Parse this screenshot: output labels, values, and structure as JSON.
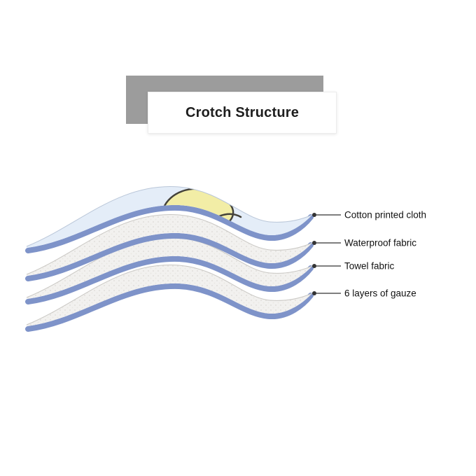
{
  "title": "Crotch Structure",
  "diagram": {
    "layers": [
      {
        "name": "cotton-printed-cloth",
        "label": "Cotton printed cloth",
        "printed": true
      },
      {
        "name": "waterproof-fabric",
        "label": "Waterproof fabric",
        "printed": false
      },
      {
        "name": "towel-fabric",
        "label": "Towel fabric",
        "printed": false
      },
      {
        "name": "six-layers-of-gauze",
        "label": "6 layers of gauze",
        "printed": false
      }
    ],
    "colors": {
      "edge_blue": "#7e93c9",
      "surface": "#f2f1ef",
      "surface_shade": "#dcdad6",
      "surface_edge_line": "#c9c7c3",
      "printed_base": "#e4edf8",
      "printed_edge_line": "#b9c6d8",
      "print_yellow": "#f2eda6",
      "print_outline": "#44423a",
      "leader": "#333333",
      "backdrop_gray": "#9c9c9c"
    }
  }
}
